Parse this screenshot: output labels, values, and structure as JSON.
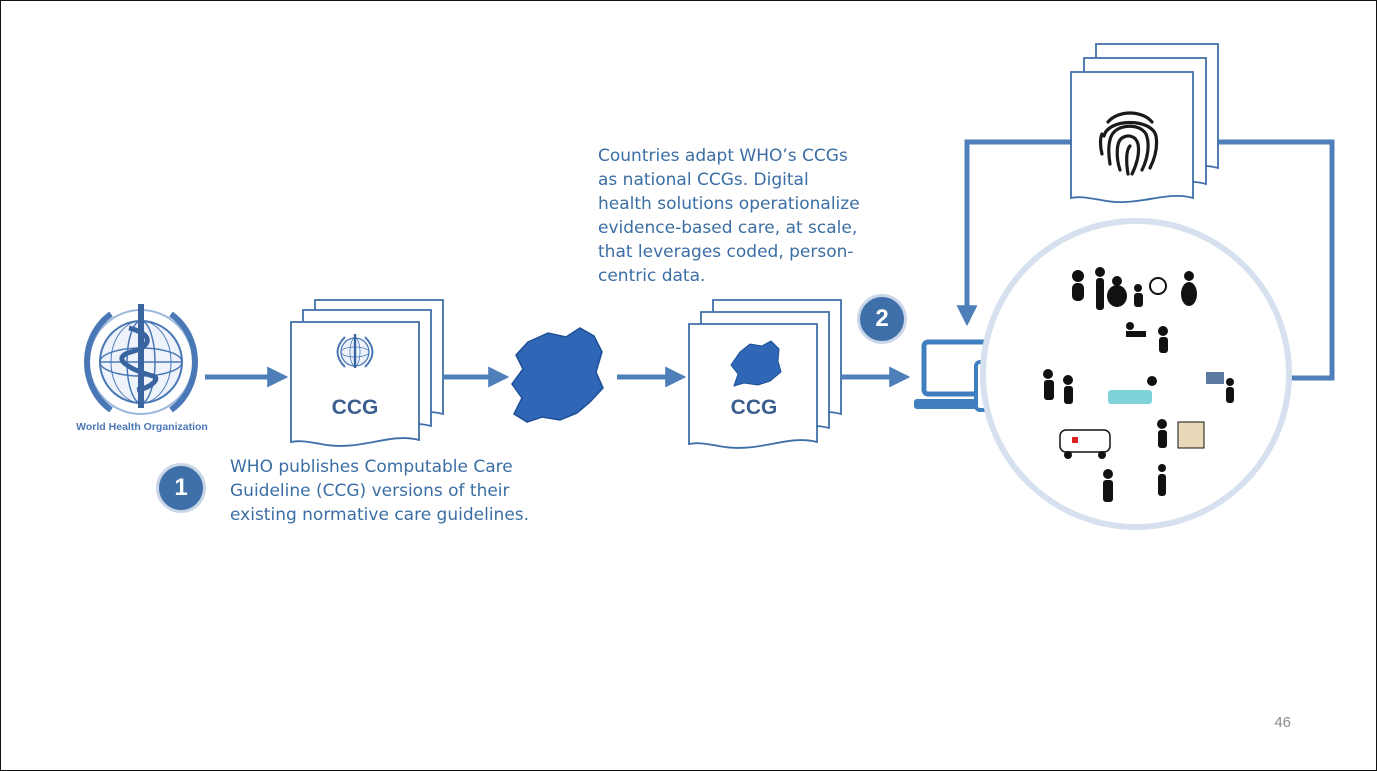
{
  "who": {
    "label": "World Health Organization"
  },
  "step1": {
    "number": "1",
    "text": "WHO publishes Computable Care Guideline (CCG) versions of their existing normative care guidelines."
  },
  "step2": {
    "number": "2",
    "text": "Countries adapt WHO’s CCGs as national CCGs. Digital health solutions operationalize evidence-based care, at scale, that leverages coded, person-centric data."
  },
  "documents": {
    "who_ccg_label": "CCG",
    "national_ccg_label": "CCG"
  },
  "icons": [
    "who-emblem-icon",
    "document-stack-icon",
    "country-map-icon",
    "devices-icon",
    "fingerprint-icon",
    "people-care-scenes-icon"
  ],
  "colors": {
    "accent": "#3f6fa8",
    "arrow": "#4f7fb8",
    "text": "#3b6ea5",
    "circle": "#d6e0ee"
  },
  "page": {
    "number": "46"
  }
}
